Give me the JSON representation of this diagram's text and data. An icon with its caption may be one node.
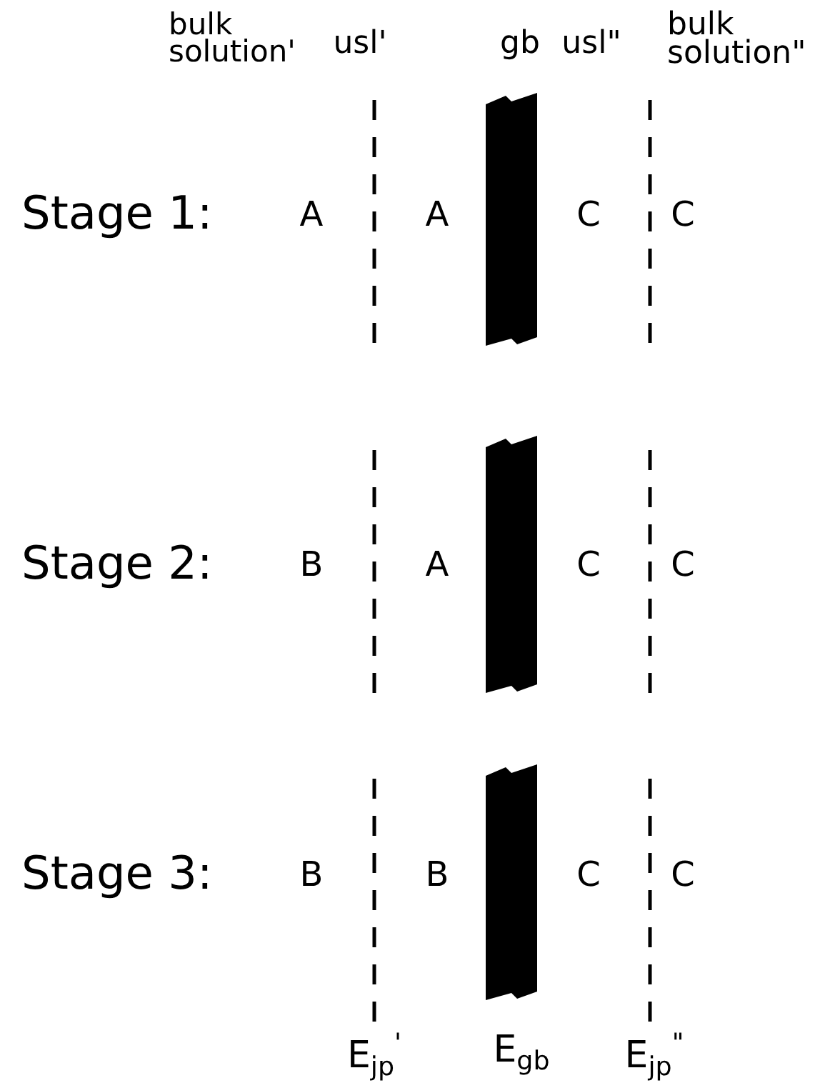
{
  "diagram": {
    "labels": [
      "bulk solution'",
      "usl'",
      "gb",
      "usl\"",
      "bulk solution\"",
      "Stage 1:",
      "A",
      "A",
      "C",
      "C",
      "Stage 2:",
      "B",
      "A",
      "C",
      "C",
      "Stage 3:",
      "B",
      "B",
      "C",
      "C",
      "E$_{jp}$$^{'}$",
      "E$_{gb}$",
      "E$_{jp}$$^{\"}$"
    ]
  }
}
